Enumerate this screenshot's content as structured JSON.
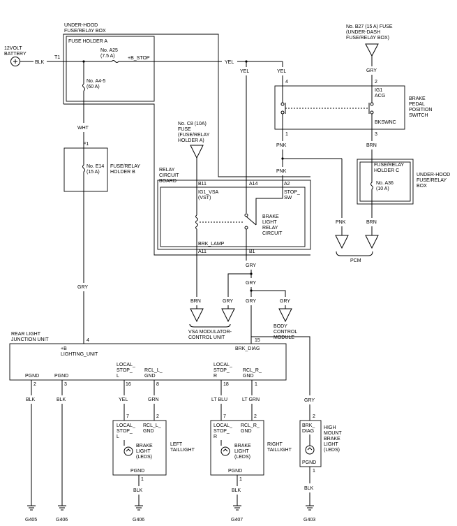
{
  "battery": {
    "label1": "12VOLT",
    "label2": "BATTERY",
    "wire": "BLK"
  },
  "underhood_box": {
    "title1": "UNDER-HOOD",
    "title2": "FUSE/RELAY BOX",
    "holder_a": "FUSE HOLDER A",
    "t1": "T1",
    "fuse_a25_1": "No. A25",
    "fuse_a25_2": "(7.5 A)",
    "b_stop": "+B_STOP",
    "fuse_a45_1": "No. A4-5",
    "fuse_a45_2": "(60 A)"
  },
  "wires": {
    "yel_top": "YEL",
    "yel_left": "YEL",
    "yel_right": "YEL",
    "wht": "WHT",
    "gry_b27": "GRY",
    "pnk1": "PNK",
    "pnk2": "PNK",
    "pnk_pcm": "PNK",
    "brn_switch": "BRN",
    "brn_pcm": "BRN",
    "gry_relay": "GRY",
    "gry_split": "GRY",
    "brn_vsa": "BRN",
    "gry_vsa": "GRY",
    "gry_bcm_a": "GRY",
    "gry_bcm_b": "GRY",
    "gry_left": "GRY",
    "blk_g405": "BLK",
    "blk_g406": "BLK",
    "yel_ll": "YEL",
    "grn_ll": "GRN",
    "ltblu_rl": "LT BLU",
    "ltgrn_rl": "LT GRN",
    "gry_hm": "GRY",
    "blk_ll": "BLK",
    "blk_rl": "BLK",
    "blk_hm": "BLK"
  },
  "fuse_b27": {
    "line1": "No. B27 (15 A) FUSE",
    "line2": "(UNDER-DASH",
    "line3": "FUSE/RELAY BOX)"
  },
  "brake_switch": {
    "title1": "BRAKE",
    "title2": "PEDAL",
    "title3": "POSITION",
    "title4": "SWITCH",
    "pin4": "4",
    "pin2": "2",
    "pin1": "1",
    "pin3": "3",
    "ig1": "IG1",
    "acg": "ACG",
    "bkswnc": "BKSWNC"
  },
  "fuse_e14": {
    "f1": "F1",
    "name1": "No. E14",
    "name2": "(15 A)",
    "holder1": "FUSE/RELAY",
    "holder2": "HOLDER B"
  },
  "fuse_c8": {
    "line1": "No. C8 (10A)",
    "line2": "FUSE",
    "line3": "(FUSE/RELAY",
    "line4": "HOLDER A)"
  },
  "holder_c": {
    "title1": "FUSE/RELAY",
    "title2": "HOLDER C",
    "fuse1": "No. A36",
    "fuse2": "(10 A)",
    "box1": "UNDER-HOOD",
    "box2": "FUSE/RELAY",
    "box3": "BOX"
  },
  "relay_board": {
    "title1": "RELAY",
    "title2": "CIRCUIT",
    "title3": "BOARD",
    "b11": "B11",
    "a14": "A14",
    "a2": "A2",
    "a11": "A11",
    "b1": "B1",
    "ig1_vsa": "IG1_VSA",
    "vst": "(VST)",
    "stop_sw1": "STOP_",
    "stop_sw2": "SW",
    "relay1": "BRAKE",
    "relay2": "LIGHT",
    "relay3": "RELAY",
    "relay4": "CIRCUIT",
    "brk_lamp": "BRK_LAMP"
  },
  "pcm": "PCM",
  "vsa": {
    "line1": "VSA MODULATOR-",
    "line2": "CONTROL UNIT"
  },
  "bcm": {
    "line1": "BODY",
    "line2": "CONTROL",
    "line3": "MODULE"
  },
  "rear_junction": {
    "title1": "REAR LIGHT",
    "title2": "JUNCTION UNIT",
    "pin4": "4",
    "pin15": "15",
    "b_plus": "+B",
    "lighting_unit": "LIGHTING_UNIT",
    "brk_diag": "BRK_DIAG",
    "pgnd1": "PGND",
    "pin2": "2",
    "pgnd2": "PGND",
    "pin3": "3",
    "local_l1": "LOCAL_",
    "local_l2": "STOP_",
    "local_l3": "L",
    "pin16": "16",
    "rcl_l1": "RCL_L_",
    "rcl_l2": "GND",
    "pin8": "8",
    "local_r1": "LOCAL_",
    "local_r2": "STOP_",
    "local_r3": "R",
    "pin18": "18",
    "rcl_r1": "RCL_R_",
    "rcl_r2": "GND",
    "pin1": "1"
  },
  "left_taillight": {
    "pin7": "7",
    "pin2": "2",
    "pin1": "1",
    "local1": "LOCAL_",
    "local2": "STOP_",
    "local3": "L",
    "rcl1": "RCL_L_",
    "rcl2": "GND",
    "lamp1": "BRAKE",
    "lamp2": "LIGHT",
    "lamp3": "(LEDS)",
    "pgnd": "PGND",
    "name1": "LEFT",
    "name2": "TAILLIGHT"
  },
  "right_taillight": {
    "pin7": "7",
    "pin2": "2",
    "pin1": "1",
    "local1": "LOCAL_",
    "local2": "STOP_",
    "local3": "R",
    "rcl1": "RCL_R_",
    "rcl2": "GND",
    "lamp1": "BRAKE",
    "lamp2": "LIGHT",
    "lamp3": "(LEDS)",
    "pgnd": "PGND",
    "name1": "RIGHT",
    "name2": "TAILLIGHT"
  },
  "high_mount": {
    "pin2": "2",
    "pin1": "1",
    "brk1": "BRK_",
    "brk2": "DIAG",
    "name1": "HIGH",
    "name2": "MOUNT",
    "name3": "BRAKE",
    "name4": "LIGHT",
    "name5": "(LEDS)",
    "pgnd": "PGND"
  },
  "grounds": {
    "g405": "G405",
    "g406a": "G406",
    "g406b": "G406",
    "g407": "G407",
    "g403": "G403"
  }
}
